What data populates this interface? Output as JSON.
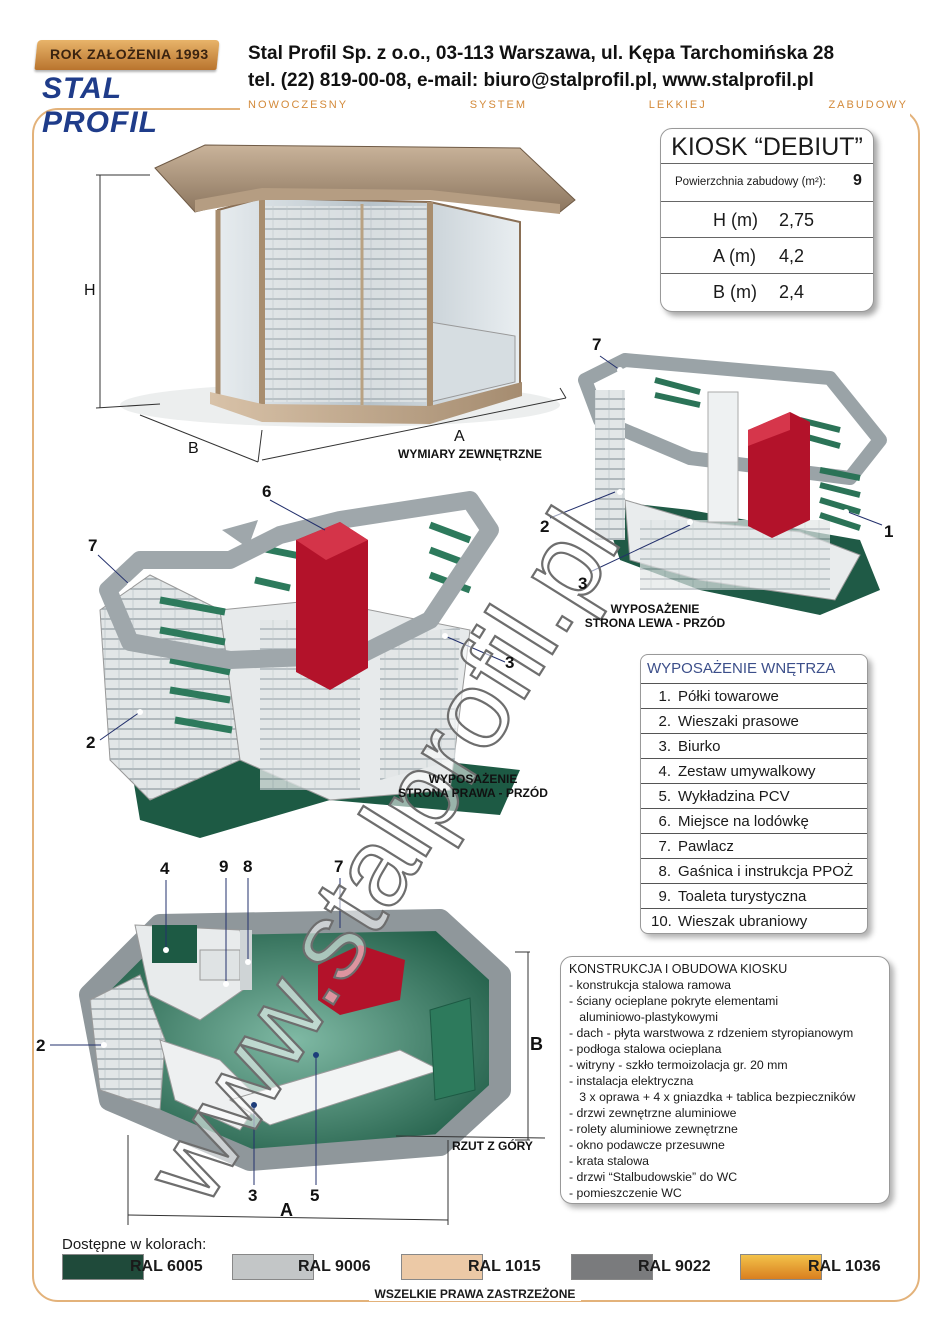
{
  "header": {
    "logo_year": "ROK ZAŁOŻENIA 1993",
    "logo_name": "STAL PROFIL",
    "company_line": "Stal Profil Sp. z o.o., 03-113 Warszawa, ul. Kępa Tarchomińska 28",
    "contact_line": "tel. (22) 819-00-08,  e-mail: biuro@stalprofil.pl,  www.stalprofil.pl",
    "slogan": [
      "NOWOCZESNY",
      "SYSTEM",
      "LEKKIEJ",
      "ZABUDOWY"
    ]
  },
  "spec": {
    "title": "KIOSK “DEBIUT”",
    "area_label": "Powierzchnia zabudowy (m²):",
    "area_value": "9",
    "rows": [
      {
        "label": "H (m)",
        "value": "2,75"
      },
      {
        "label": "A (m)",
        "value": "4,2"
      },
      {
        "label": "B (m)",
        "value": "2,4"
      }
    ]
  },
  "views": {
    "external": "WYMIARY ZEWNĘTRZNE",
    "left_front_1": "WYPOSAŻENIE",
    "left_front_2": "STRONA LEWA - PRZÓD",
    "right_front_1": "WYPOSAŻENIE",
    "right_front_2": "STRONA PRAWA - PRZÓD",
    "top": "RZUT Z GÓRY"
  },
  "dims": {
    "h": "H",
    "a": "A",
    "b": "B",
    "a2": "A",
    "b2": "B"
  },
  "callouts": {
    "tr_7": "7",
    "tr_2": "2",
    "tr_3": "3",
    "tr_1": "1",
    "ml_6": "6",
    "ml_7": "7",
    "ml_2": "2",
    "ml_3": "3",
    "bl_4": "4",
    "bl_9": "9",
    "bl_8": "8",
    "bl_7": "7",
    "bl_2": "2",
    "bl_3": "3",
    "bl_5": "5"
  },
  "equipment": {
    "title": "WYPOSAŻENIE WNĘTRZA",
    "items": [
      {
        "n": "1.",
        "label": "Półki towarowe"
      },
      {
        "n": "2.",
        "label": "Wieszaki prasowe"
      },
      {
        "n": "3.",
        "label": "Biurko"
      },
      {
        "n": "4.",
        "label": "Zestaw umywalkowy"
      },
      {
        "n": "5.",
        "label": "Wykładzina PCV"
      },
      {
        "n": "6.",
        "label": "Miejsce na lodówkę"
      },
      {
        "n": "7.",
        "label": "Pawlacz"
      },
      {
        "n": "8.",
        "label": "Gaśnica i instrukcja PPOŻ"
      },
      {
        "n": "9.",
        "label": "Toaleta turystyczna"
      },
      {
        "n": "10.",
        "label": "Wieszak ubraniowy"
      }
    ]
  },
  "construction": {
    "title": "KONSTRUKCJA I OBUDOWA KIOSKU",
    "lines": [
      "- konstrukcja stalowa ramowa",
      "- ściany ocieplane pokryte elementami",
      "   aluminiowo-plastykowymi",
      "- dach - płyta warstwowa z rdzeniem styropianowym",
      "- podłoga stalowa ocieplana",
      "- witryny - szkło termoizolacja gr. 20 mm",
      "- instalacja elektryczna",
      "   3 x oprawa + 4 x gniazdka + tablica bezpieczników",
      "- drzwi zewnętrzne aluminiowe",
      "- rolety aluminiowe zewnętrzne",
      "- okno podawcze przesuwne",
      "- krata stalowa",
      "- drzwi “Stalbudowskie” do WC",
      "- pomieszczenie WC"
    ]
  },
  "colors": {
    "label": "Dostępne w kolorach:",
    "swatches": [
      {
        "name": "RAL 6005",
        "hex": "#1f4a3a"
      },
      {
        "name": "RAL 9006",
        "hex": "#c3c6c7"
      },
      {
        "name": "RAL 1015",
        "hex": "#ecc9a6"
      },
      {
        "name": "RAL 9022",
        "hex": "#7a7b7d"
      },
      {
        "name": "RAL 1036",
        "hex": "#e9a93a"
      }
    ]
  },
  "watermark": "www.stalprofil.pl",
  "footer": "WSZELKIE PRAWA ZASTRZEŻONE"
}
